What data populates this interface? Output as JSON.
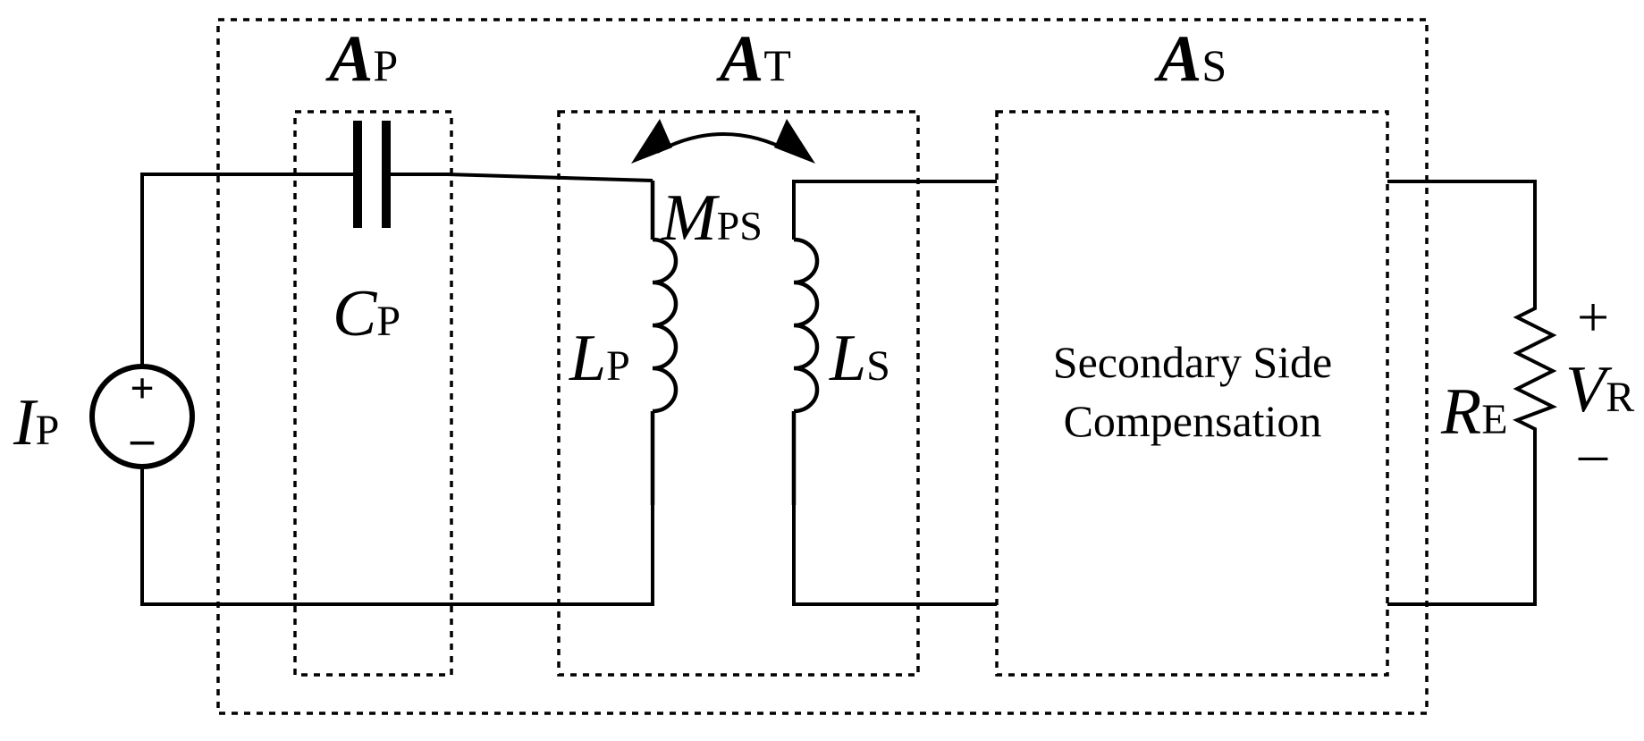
{
  "diagram": {
    "blocks": {
      "outer": {},
      "primary": {
        "symbol": "A",
        "subscript": "P"
      },
      "transformer": {
        "symbol": "A",
        "subscript": "T"
      },
      "secondary": {
        "symbol": "A",
        "subscript": "S"
      }
    },
    "components": {
      "source": {
        "symbol": "I",
        "subscript": "P",
        "plus": "+",
        "minus": "–"
      },
      "capacitor": {
        "symbol": "C",
        "subscript": "P"
      },
      "primary_inductor": {
        "symbol": "L",
        "subscript": "P"
      },
      "secondary_inductor": {
        "symbol": "L",
        "subscript": "S"
      },
      "mutual": {
        "symbol": "M",
        "subscript": "PS"
      },
      "compensation": {
        "line1": "Secondary Side",
        "line2": "Compensation"
      },
      "load": {
        "symbol": "R",
        "subscript": "E"
      },
      "output_voltage": {
        "symbol": "V",
        "subscript": "R",
        "plus": "+",
        "minus": "–"
      }
    },
    "colors": {
      "stroke": "#000000",
      "background": "#ffffff"
    }
  }
}
